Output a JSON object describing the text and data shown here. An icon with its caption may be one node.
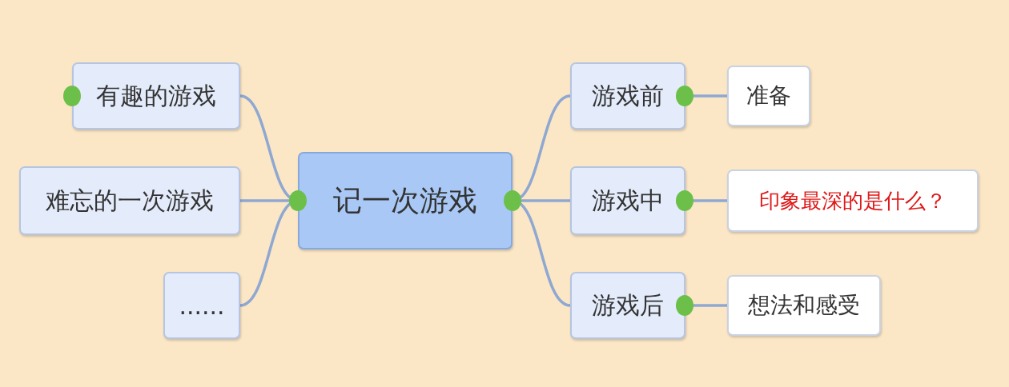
{
  "diagram": {
    "nodes": [
      {
        "text": [
          "记一次游戏"
        ]
      },
      {
        "text": [
          "有趣的游戏"
        ]
      },
      {
        "text": [
          "难忘的一次游戏"
        ]
      },
      {
        "text": [
          "......"
        ]
      },
      {
        "text": [
          "游戏前"
        ]
      },
      {
        "text": [
          "游戏中"
        ]
      },
      {
        "text": [
          "游戏后"
        ]
      },
      {
        "text": [
          "准备"
        ]
      },
      {
        "text": [
          "印象最深的是什么？"
        ]
      },
      {
        "text": [
          "想法和感受"
        ]
      }
    ],
    "edges": [
      {
        "from": 0,
        "to": 1,
        "arrow": "none"
      },
      {
        "from": 0,
        "to": 2,
        "arrow": "none"
      },
      {
        "from": 0,
        "to": 3,
        "arrow": "none"
      },
      {
        "from": 0,
        "to": 4,
        "arrow": "none"
      },
      {
        "from": 0,
        "to": 5,
        "arrow": "none"
      },
      {
        "from": 0,
        "to": 6,
        "arrow": "none"
      },
      {
        "from": 4,
        "to": 7,
        "arrow": "none"
      },
      {
        "from": 5,
        "to": 8,
        "arrow": "none"
      },
      {
        "from": 6,
        "to": 9,
        "arrow": "none"
      }
    ]
  }
}
